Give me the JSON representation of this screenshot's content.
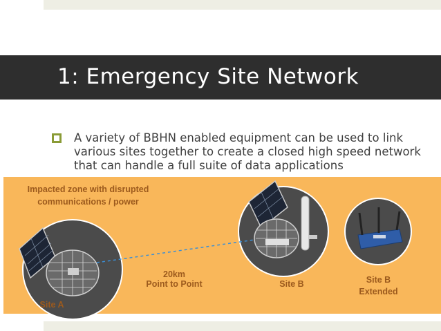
{
  "slide": {
    "title": "1:  Emergency Site Network",
    "bullet": "A variety of BBHN enabled equipment can be used to link various sites together to create a closed high speed network that can handle a full suite of data applications"
  },
  "diagram": {
    "zone_label": "Impacted zone with disrupted communications / power",
    "link_distance": "20km",
    "link_type": "Point to Point",
    "site_a": "Site A",
    "site_b": "Site B",
    "site_b_extended_line1": "Site B",
    "site_b_extended_line2": "Extended"
  },
  "colors": {
    "title_band": "#2e2e2e",
    "panel": "#f9b75a",
    "label_text": "#9c5a1d",
    "bullet_accent": "#8a9b36",
    "link_line": "#3a8fd6"
  }
}
